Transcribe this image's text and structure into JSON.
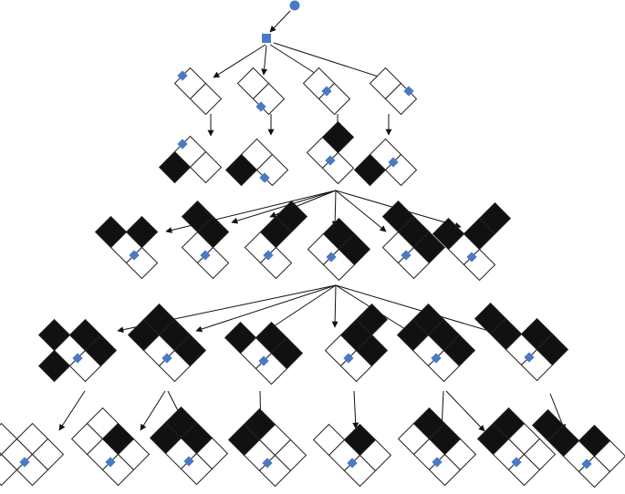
{
  "diagram": {
    "type": "tree",
    "colors": {
      "marker": "#4a79c5",
      "black": "#111111",
      "outline": "#222222",
      "edge": "#111111"
    },
    "cell_states": {
      "w": "empty",
      "k": "filled"
    },
    "edges": [
      [
        "root",
        "l1"
      ],
      [
        "l1",
        "l2-0"
      ],
      [
        "l1",
        "l2-1"
      ],
      [
        "l1",
        "l2-2"
      ],
      [
        "l1",
        "l2-3"
      ],
      [
        "l2-0",
        "l3-0"
      ],
      [
        "l2-1",
        "l3-1"
      ],
      [
        "l2-2",
        "l3-2"
      ],
      [
        "l2-3",
        "l3-3"
      ],
      [
        "l3-2",
        "l4-0"
      ],
      [
        "l3-2",
        "l4-1"
      ],
      [
        "l3-2",
        "l4-2"
      ],
      [
        "l3-2",
        "l4-3"
      ],
      [
        "l3-2",
        "l4-4"
      ],
      [
        "l3-2",
        "l4-5"
      ],
      [
        "l4-3",
        "l5-0"
      ],
      [
        "l4-3",
        "l5-1"
      ],
      [
        "l4-3",
        "l5-2"
      ],
      [
        "l4-3",
        "l5-3"
      ],
      [
        "l4-3",
        "l5-4"
      ],
      [
        "l4-3",
        "l5-5"
      ],
      [
        "l5-0",
        "l6-0"
      ],
      [
        "l5-1",
        "l6-1"
      ],
      [
        "l5-1",
        "l6-2"
      ],
      [
        "l5-2",
        "l6-3"
      ],
      [
        "l5-3",
        "l6-4"
      ],
      [
        "l5-4",
        "l6-5"
      ],
      [
        "l5-4",
        "l6-6"
      ],
      [
        "l5-5",
        "l6-7"
      ]
    ],
    "nodes": [
      {
        "id": "root",
        "kind": "circle"
      },
      {
        "id": "l1",
        "kind": "square"
      },
      {
        "id": "l2-0",
        "kind": "cells",
        "cells": [
          [
            0,
            0,
            "w"
          ],
          [
            1,
            0,
            "w"
          ]
        ],
        "marker": "n0"
      },
      {
        "id": "l2-1",
        "kind": "cells",
        "cells": [
          [
            0,
            0,
            "w"
          ],
          [
            1,
            0,
            "w"
          ]
        ],
        "marker": "n2"
      },
      {
        "id": "l2-2",
        "kind": "cells",
        "cells": [
          [
            0,
            0,
            "w"
          ],
          [
            1,
            0,
            "w"
          ]
        ],
        "marker": "n1"
      },
      {
        "id": "l2-3",
        "kind": "cells",
        "cells": [
          [
            0,
            0,
            "w"
          ],
          [
            1,
            0,
            "w"
          ]
        ],
        "marker": "n3"
      },
      {
        "id": "l3-0",
        "kind": "cells",
        "cells": [
          [
            0,
            0,
            "w"
          ],
          [
            1,
            0,
            "w"
          ],
          [
            0,
            1,
            "k"
          ]
        ],
        "marker": "n0"
      },
      {
        "id": "l3-1",
        "kind": "cells",
        "cells": [
          [
            0,
            0,
            "w"
          ],
          [
            1,
            0,
            "w"
          ],
          [
            0,
            1,
            "k"
          ]
        ],
        "marker": "n2"
      },
      {
        "id": "l3-2",
        "kind": "cells",
        "cells": [
          [
            0,
            0,
            "w"
          ],
          [
            1,
            0,
            "w"
          ],
          [
            0,
            -1,
            "k"
          ]
        ],
        "marker": "n1"
      },
      {
        "id": "l3-3",
        "kind": "cells",
        "cells": [
          [
            0,
            0,
            "w"
          ],
          [
            1,
            0,
            "w"
          ],
          [
            0,
            1,
            "k"
          ]
        ],
        "marker": "n1"
      },
      {
        "id": "l4-0",
        "kind": "cells",
        "cells": [
          [
            0,
            0,
            "w"
          ],
          [
            1,
            0,
            "w"
          ],
          [
            0,
            -1,
            "k"
          ],
          [
            -1,
            0,
            "k"
          ]
        ],
        "marker": "n1"
      },
      {
        "id": "l4-1",
        "kind": "cells",
        "cells": [
          [
            0,
            0,
            "w"
          ],
          [
            1,
            0,
            "w"
          ],
          [
            0,
            -1,
            "k"
          ],
          [
            -1,
            -1,
            "k"
          ]
        ],
        "marker": "n1"
      },
      {
        "id": "l4-2",
        "kind": "cells",
        "cells": [
          [
            0,
            0,
            "w"
          ],
          [
            1,
            0,
            "w"
          ],
          [
            0,
            -1,
            "k"
          ],
          [
            0,
            -2,
            "k"
          ]
        ],
        "marker": "n1"
      },
      {
        "id": "l4-3",
        "kind": "cells",
        "cells": [
          [
            0,
            0,
            "w"
          ],
          [
            1,
            0,
            "w"
          ],
          [
            0,
            -1,
            "k"
          ],
          [
            1,
            -1,
            "k"
          ]
        ],
        "marker": "n1"
      },
      {
        "id": "l4-4",
        "kind": "cells",
        "cells": [
          [
            0,
            0,
            "w"
          ],
          [
            1,
            0,
            "w"
          ],
          [
            0,
            -1,
            "k"
          ],
          [
            -1,
            -1,
            "k"
          ],
          [
            1,
            -1,
            "k"
          ]
        ],
        "marker": "n1"
      },
      {
        "id": "l4-5",
        "kind": "cells",
        "cells": [
          [
            0,
            0,
            "w"
          ],
          [
            1,
            0,
            "w"
          ],
          [
            0,
            -1,
            "k"
          ],
          [
            -1,
            0,
            "k"
          ],
          [
            0,
            -2,
            "k"
          ]
        ],
        "marker": "n1"
      },
      {
        "id": "l5-0",
        "kind": "cells",
        "cells": [
          [
            0,
            0,
            "w"
          ],
          [
            1,
            0,
            "w"
          ],
          [
            0,
            -1,
            "k"
          ],
          [
            1,
            -1,
            "k"
          ],
          [
            -1,
            0,
            "k"
          ],
          [
            0,
            1,
            "k"
          ]
        ],
        "marker": "n1"
      },
      {
        "id": "l5-1",
        "kind": "cells",
        "cells": [
          [
            0,
            0,
            "w"
          ],
          [
            1,
            0,
            "w"
          ],
          [
            0,
            -1,
            "k"
          ],
          [
            1,
            -1,
            "k"
          ],
          [
            -1,
            -1,
            "k"
          ],
          [
            -1,
            0,
            "k"
          ]
        ],
        "marker": "n1"
      },
      {
        "id": "l5-2",
        "kind": "cells",
        "cells": [
          [
            0,
            0,
            "w"
          ],
          [
            1,
            0,
            "w"
          ],
          [
            0,
            -1,
            "k"
          ],
          [
            1,
            -1,
            "k"
          ],
          [
            -1,
            0,
            "k"
          ]
        ],
        "marker": "n1"
      },
      {
        "id": "l5-3",
        "kind": "cells",
        "cells": [
          [
            0,
            0,
            "w"
          ],
          [
            1,
            0,
            "w"
          ],
          [
            0,
            -1,
            "k"
          ],
          [
            1,
            -1,
            "k"
          ],
          [
            0,
            -2,
            "k"
          ]
        ],
        "marker": "n1"
      },
      {
        "id": "l5-4",
        "kind": "cells",
        "cells": [
          [
            0,
            0,
            "w"
          ],
          [
            1,
            0,
            "w"
          ],
          [
            0,
            -1,
            "k"
          ],
          [
            1,
            -1,
            "k"
          ],
          [
            -1,
            -1,
            "k"
          ],
          [
            -1,
            0,
            "k"
          ]
        ],
        "marker": "n1"
      },
      {
        "id": "l5-5",
        "kind": "cells",
        "cells": [
          [
            0,
            0,
            "w"
          ],
          [
            1,
            0,
            "w"
          ],
          [
            0,
            -1,
            "k"
          ],
          [
            1,
            -1,
            "k"
          ],
          [
            -1,
            0,
            "k"
          ],
          [
            -2,
            0,
            "k"
          ]
        ],
        "marker": "n1"
      },
      {
        "id": "l6-0",
        "kind": "cells",
        "cells": [
          [
            0,
            0,
            "w"
          ],
          [
            1,
            0,
            "w"
          ],
          [
            0,
            -1,
            "w"
          ],
          [
            1,
            -1,
            "w"
          ],
          [
            -1,
            0,
            "w"
          ],
          [
            0,
            1,
            "w"
          ]
        ],
        "marker": "n1"
      },
      {
        "id": "l6-1",
        "kind": "cells",
        "cells": [
          [
            0,
            0,
            "w"
          ],
          [
            1,
            0,
            "w"
          ],
          [
            0,
            -1,
            "k"
          ],
          [
            1,
            -1,
            "w"
          ],
          [
            -1,
            0,
            "w"
          ],
          [
            -1,
            -1,
            "w"
          ]
        ],
        "marker": "n1"
      },
      {
        "id": "l6-2",
        "kind": "cells",
        "cells": [
          [
            0,
            0,
            "w"
          ],
          [
            1,
            0,
            "w"
          ],
          [
            0,
            -1,
            "k"
          ],
          [
            1,
            -1,
            "w"
          ],
          [
            -1,
            -1,
            "k"
          ],
          [
            -1,
            0,
            "k"
          ]
        ],
        "marker": "n1"
      },
      {
        "id": "l6-3",
        "kind": "cells",
        "cells": [
          [
            0,
            0,
            "w"
          ],
          [
            1,
            0,
            "w"
          ],
          [
            0,
            -1,
            "w"
          ],
          [
            1,
            -1,
            "w"
          ],
          [
            -1,
            0,
            "k"
          ],
          [
            -1,
            -1,
            "k"
          ]
        ],
        "marker": "n1"
      },
      {
        "id": "l6-4",
        "kind": "cells",
        "cells": [
          [
            0,
            0,
            "w"
          ],
          [
            1,
            0,
            "w"
          ],
          [
            0,
            -1,
            "k"
          ],
          [
            1,
            -1,
            "w"
          ],
          [
            -1,
            0,
            "w"
          ]
        ],
        "marker": "n1"
      },
      {
        "id": "l6-5",
        "kind": "cells",
        "cells": [
          [
            0,
            0,
            "w"
          ],
          [
            1,
            0,
            "w"
          ],
          [
            0,
            -1,
            "k"
          ],
          [
            1,
            -1,
            "w"
          ],
          [
            -1,
            0,
            "w"
          ],
          [
            -1,
            -1,
            "k"
          ]
        ],
        "marker": "n1"
      },
      {
        "id": "l6-6",
        "kind": "cells",
        "cells": [
          [
            0,
            0,
            "w"
          ],
          [
            1,
            0,
            "w"
          ],
          [
            0,
            -1,
            "w"
          ],
          [
            1,
            -1,
            "w"
          ],
          [
            -1,
            0,
            "k"
          ],
          [
            -1,
            -1,
            "k"
          ]
        ],
        "marker": "n1"
      },
      {
        "id": "l6-7",
        "kind": "cells",
        "cells": [
          [
            0,
            0,
            "w"
          ],
          [
            1,
            0,
            "w"
          ],
          [
            0,
            -1,
            "k"
          ],
          [
            1,
            -1,
            "w"
          ],
          [
            -1,
            0,
            "k"
          ],
          [
            -2,
            0,
            "k"
          ]
        ],
        "marker": "n1"
      }
    ]
  }
}
